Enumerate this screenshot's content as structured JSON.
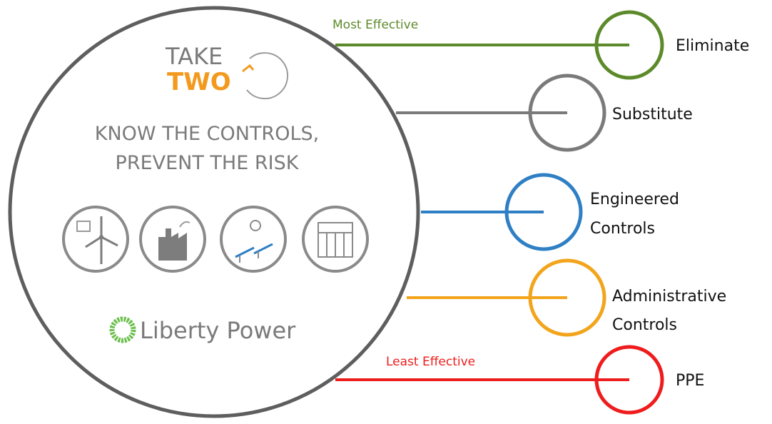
{
  "labels": {
    "most_effective": "Most Effective",
    "least_effective": "Least Effective"
  },
  "controls": [
    {
      "line1": "Eliminate",
      "line2": "",
      "color": "#5c8a2a"
    },
    {
      "line1": "Substitute",
      "line2": "",
      "color": "#7a7a7a"
    },
    {
      "line1": "Engineered",
      "line2": "Controls",
      "color": "#2e7fc4"
    },
    {
      "line1": "Administrative",
      "line2": "Controls",
      "color": "#f2a51c"
    },
    {
      "line1": "PPE",
      "line2": "",
      "color": "#ee1c1c"
    }
  ],
  "campaign": {
    "take": "TAKE",
    "two": "TWO",
    "headline_line1": "KNOW THE CONTROLS,",
    "headline_line2": "PREVENT THE RISK"
  },
  "brand": {
    "name": "Liberty Power",
    "color": "#7a7a7a",
    "accent": "#6abf4b"
  },
  "icons": [
    "wind-turbine-icon",
    "factory-icon",
    "solar-panel-icon",
    "power-station-icon"
  ],
  "colors": {
    "orange": "#f39a1e",
    "ring_gray": "#5e5e5e"
  }
}
